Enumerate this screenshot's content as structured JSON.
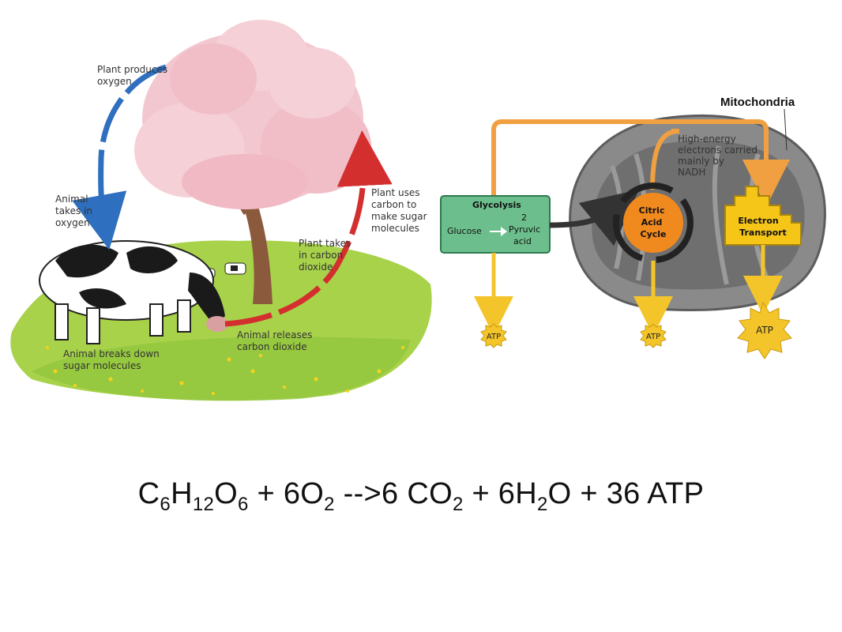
{
  "cycle": {
    "plant_produces_oxygen": [
      "Plant produces",
      "oxygen"
    ],
    "animal_takes_in_oxygen": [
      "Animal",
      "takes in",
      "oxygen"
    ],
    "plant_uses_carbon": [
      "Plant uses",
      "carbon to",
      "make sugar",
      "molecules"
    ],
    "plant_takes_in_co2": [
      "Plant takes",
      "in carbon",
      "dioxide"
    ],
    "animal_releases_co2": [
      "Animal releases",
      "carbon dioxide"
    ],
    "animal_breaks_down_sugar": [
      "Animal breaks down",
      "sugar molecules"
    ]
  },
  "mito": {
    "title": "Mitochondria",
    "high_energy": [
      "High-energy",
      "electrons carried",
      "mainly by",
      "NADH"
    ],
    "glycolysis_title": "Glycolysis",
    "glucose": "Glucose",
    "pyruvic": [
      "2",
      "Pyruvic",
      "acid"
    ],
    "citric": [
      "Citric",
      "Acid",
      "Cycle"
    ],
    "electron_transport": [
      "Electron",
      "Transport"
    ],
    "atp_small_1": "ATP",
    "atp_small_2": "ATP",
    "atp_large": "ATP"
  },
  "equation": {
    "glucose": {
      "c": "C",
      "c_sub": "6",
      "h": "H",
      "h_sub": "12",
      "o": "O",
      "o_sub": "6"
    },
    "oxygen": {
      "coef": " + 6O",
      "sub": "2"
    },
    "arrow_co2": {
      "text": " -->6 CO",
      "sub": "2"
    },
    "water": {
      "text": " + 6H",
      "sub": "2",
      "o": "O"
    },
    "atp": " + 36 ATP"
  },
  "colors": {
    "blue_arrow": "#2f6fbf",
    "red_arrow": "#d32f2f",
    "orange_arrow": "#f0a040",
    "yellow_arrow": "#f4c52a",
    "glycolysis_box": "#6cbf8c",
    "citric_circle": "#f08a1f",
    "electron_box": "#f5c518",
    "mito_body": "#8a8a8a"
  }
}
